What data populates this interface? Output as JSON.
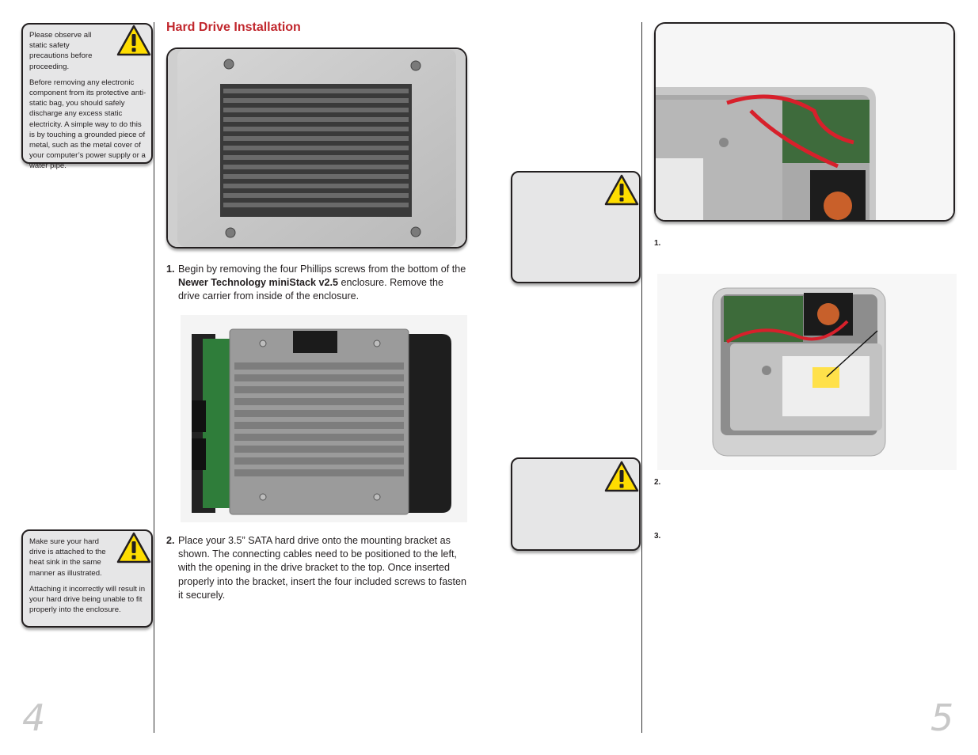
{
  "notes": {
    "static": {
      "p1": "Please observe all static safety precautions before proceeding.",
      "p2": "Before removing any electronic component from its protective anti-static bag, you should safely discharge any excess static electricity. A simple way to do this is by touching a grounded piece of metal, such as the metal cover of your computer’s power supply or a water pipe."
    },
    "attach": {
      "p1": "Make sure your hard drive is attached to the heat sink in the same manner as illustrated.",
      "p2": "Attaching it incorrectly will result in your hard drive being unable to fit properly into the enclosure."
    }
  },
  "title": "Hard Drive Installation",
  "steps": {
    "s1": {
      "num": "1.",
      "pre": "Begin by removing the four Phillips screws from the bottom of the ",
      "bold": "Newer Technology miniStack v2.5",
      "post": " enclosure. Remove the drive carrier from inside of the enclosure."
    },
    "s2": {
      "num": "2.",
      "text": "Place your 3.5” SATA hard drive onto the mounting bracket as shown. The connecting cables need to be positioned to the left, with the opening in the drive bracket to the top. Once inserted properly into the bracket, insert the four included screws to fasten it securely."
    }
  },
  "right_steps": [
    "1.",
    "2.",
    "3."
  ],
  "page_numbers": {
    "left": "4",
    "right": "5"
  },
  "colors": {
    "title": "#c1272d",
    "note_bg": "#e6e6e7",
    "warning": "#ffdd00"
  }
}
